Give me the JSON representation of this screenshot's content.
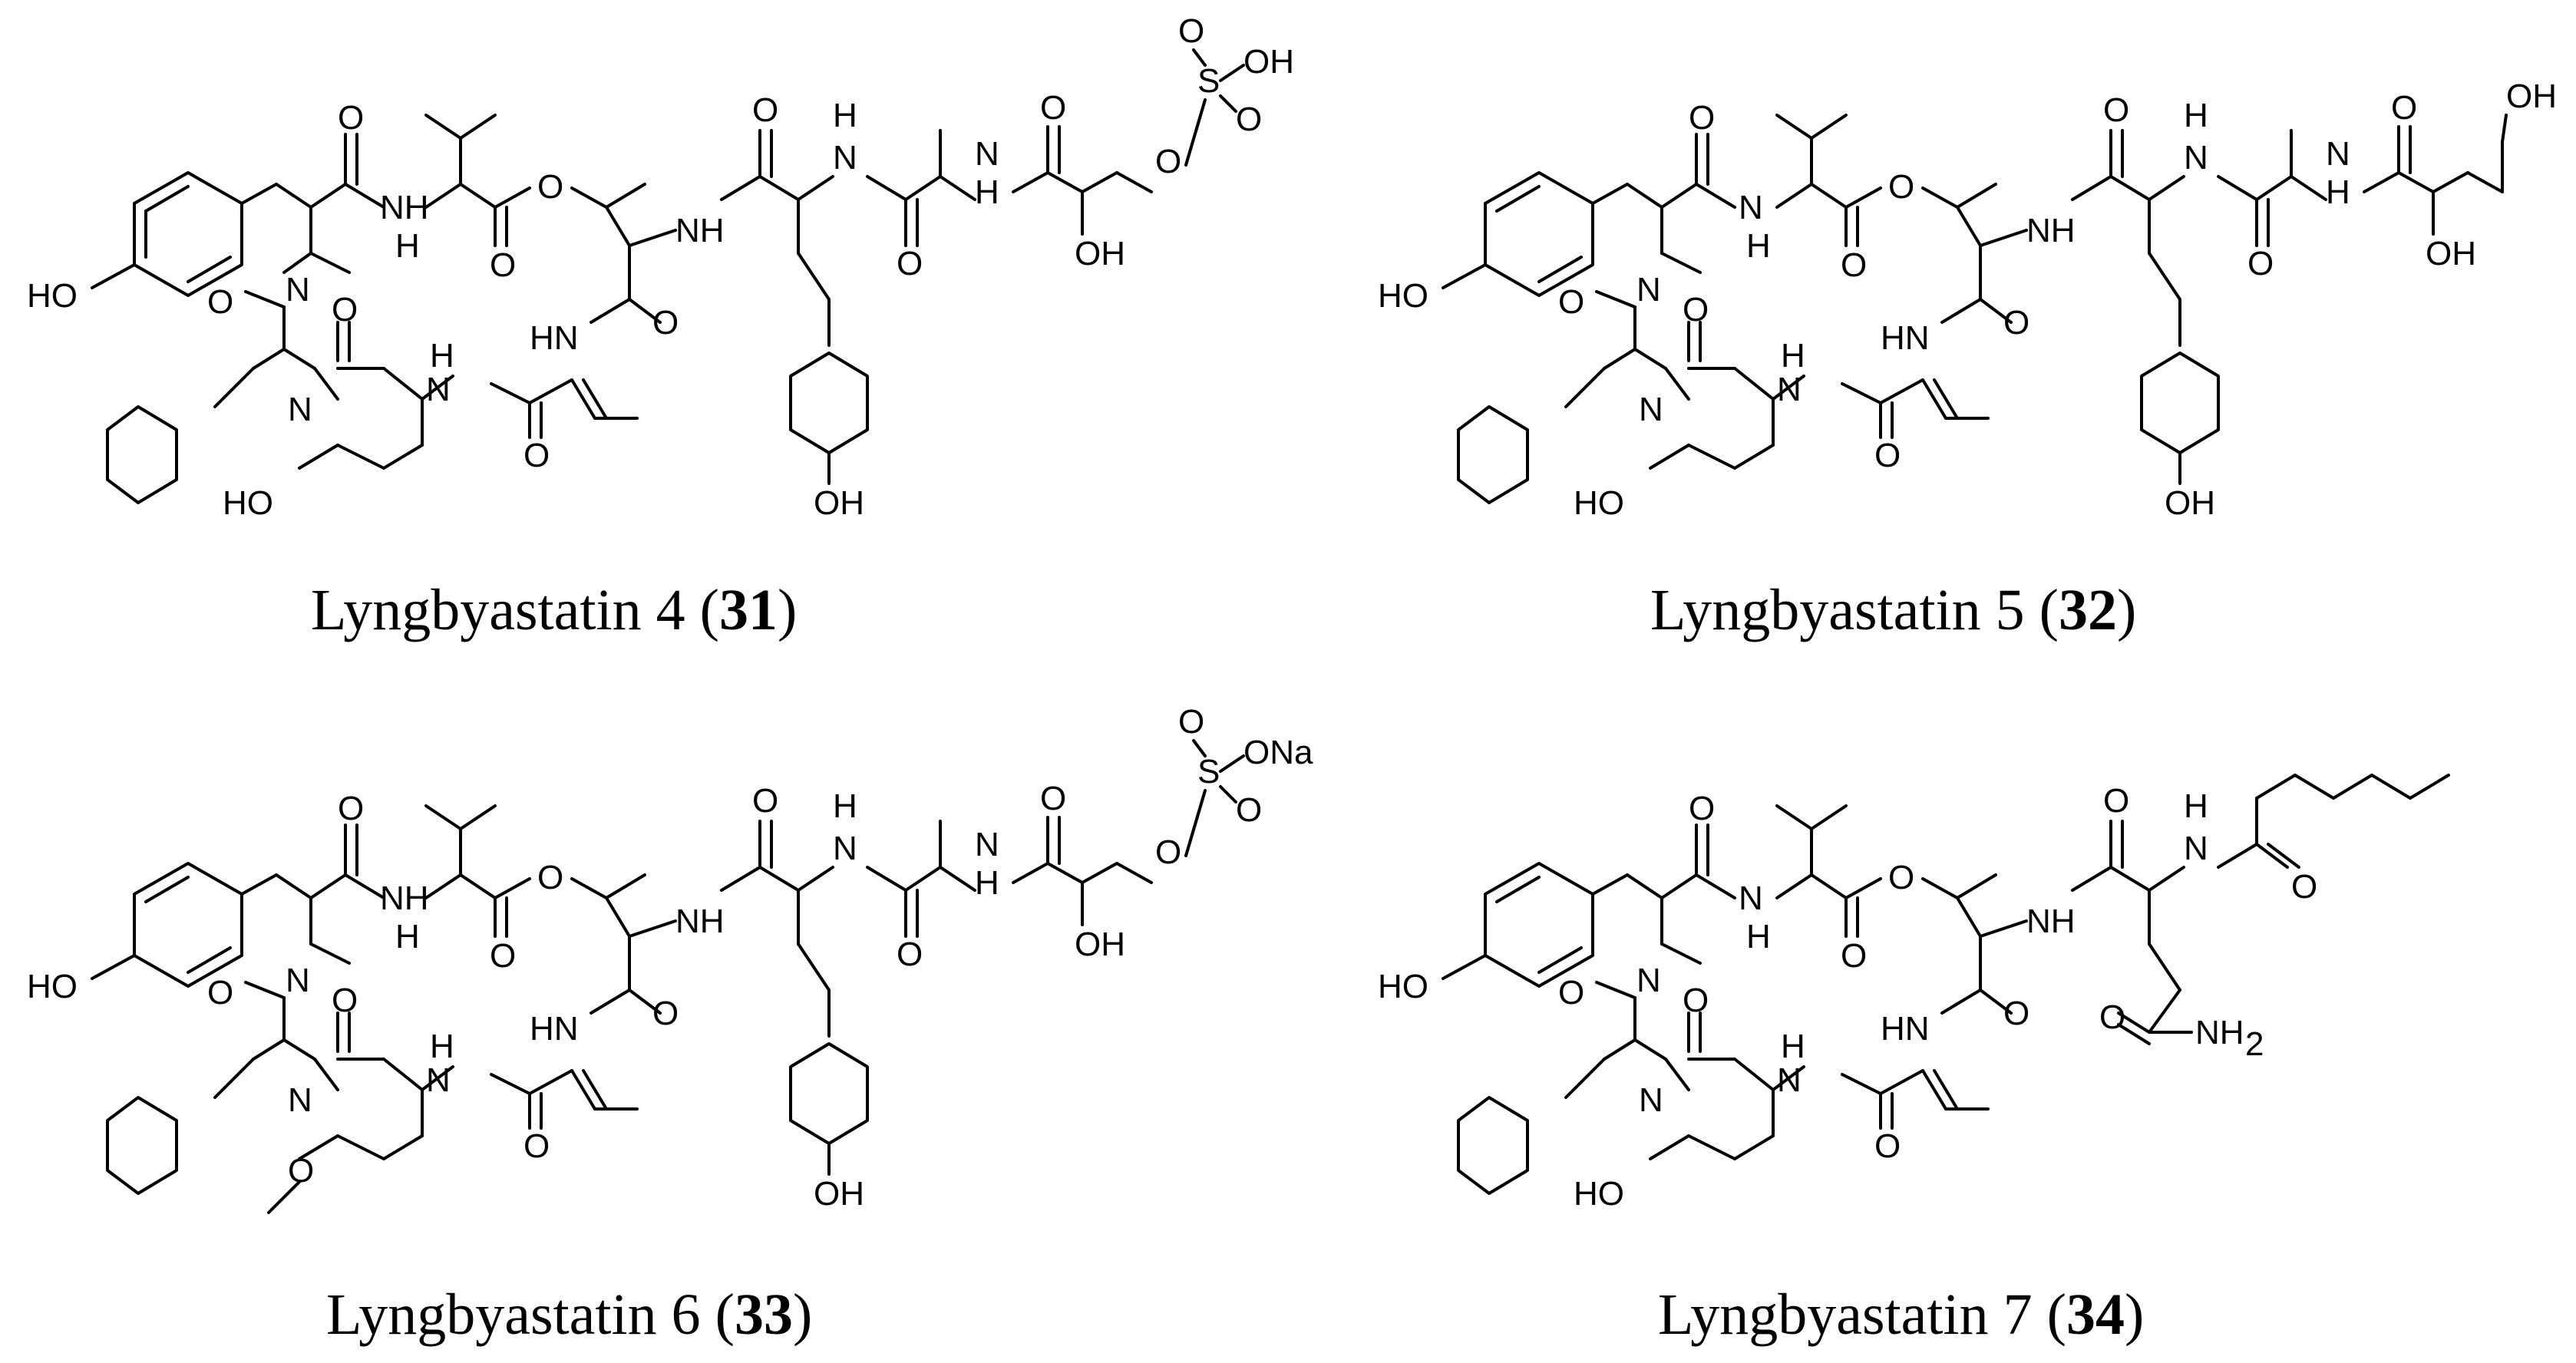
{
  "compounds": [
    {
      "name": "Lyngbyastatin 4",
      "number": "31",
      "labels": {
        "lbl_O1": "O",
        "lbl_NH1": "NH",
        "lbl_H1": "H",
        "lbl_O2": "O",
        "lbl_O3": "O",
        "lbl_NH2": "NH",
        "lbl_O4": "O",
        "lbl_H4": "H",
        "lbl_N4": "N",
        "lbl_O5": "O",
        "lbl_N5": "N",
        "lbl_H5": "H",
        "lbl_OH1": "OH",
        "lbl_O6": "O",
        "lbl_S": "S",
        "lbl_OH2": "OH",
        "lbl_O7": "O",
        "lbl_O8": "O",
        "lbl_N3": "N",
        "lbl_O9": "O",
        "lbl_O10": "O",
        "lbl_N6": "N",
        "lbl_H6": "H",
        "lbl_O11": "O",
        "lbl_HN7": "HN",
        "lbl_O12": "O",
        "lbl_HO1": "HO",
        "lbl_HO2": "HO",
        "lbl_OH3": "OH"
      }
    },
    {
      "name": "Lyngbyastatin 5",
      "number": "32",
      "labels": {
        "lbl_O1": "O",
        "lbl_NH1": "N",
        "lbl_H1": "H",
        "lbl_O2": "O",
        "lbl_O3": "O",
        "lbl_NH2": "NH",
        "lbl_O4": "O",
        "lbl_H4": "H",
        "lbl_N4": "N",
        "lbl_O5": "O",
        "lbl_N5": "N",
        "lbl_H5": "H",
        "lbl_OH1": "OH",
        "lbl_O6": "OH",
        "lbl_N3": "N",
        "lbl_O9": "O",
        "lbl_O10": "O",
        "lbl_N6": "N",
        "lbl_H6": "H",
        "lbl_O11": "O",
        "lbl_HN7": "HN",
        "lbl_O12": "O",
        "lbl_HO1": "HO",
        "lbl_HO2": "HO",
        "lbl_OH3": "OH"
      }
    },
    {
      "name": "Lyngbyastatin 6",
      "number": "33",
      "labels": {
        "lbl_O1": "O",
        "lbl_NH1": "NH",
        "lbl_H1": "H",
        "lbl_O2": "O",
        "lbl_O3": "O",
        "lbl_NH2": "NH",
        "lbl_O4": "O",
        "lbl_H4": "H",
        "lbl_N4": "N",
        "lbl_O5": "O",
        "lbl_N5": "N",
        "lbl_H5": "H",
        "lbl_OH1": "OH",
        "lbl_O6": "O",
        "lbl_S": "S",
        "lbl_OH2": "ONa",
        "lbl_O7": "O",
        "lbl_O8": "O",
        "lbl_N3": "N",
        "lbl_O9": "O",
        "lbl_O10": "O",
        "lbl_N6": "N",
        "lbl_H6": "H",
        "lbl_O11": "O",
        "lbl_HN7": "HN",
        "lbl_O12": "O",
        "lbl_HO1": "HO",
        "lbl_HO2": "O",
        "lbl_OH3": "OH"
      }
    },
    {
      "name": "Lyngbyastatin 7",
      "number": "34",
      "labels": {
        "lbl_O1": "O",
        "lbl_NH1": "N",
        "lbl_H1": "H",
        "lbl_O2": "O",
        "lbl_O3": "O",
        "lbl_NH2": "NH",
        "lbl_O4": "O",
        "lbl_H4": "H",
        "lbl_N4": "N",
        "lbl_O5": "O",
        "lbl_NH2b": "NH",
        "lbl_N3": "N",
        "lbl_O9": "O",
        "lbl_O10": "O",
        "lbl_N6": "N",
        "lbl_H6": "H",
        "lbl_O11": "O",
        "lbl_HN7": "HN",
        "lbl_O12": "O",
        "lbl_HO1": "HO",
        "lbl_HO2": "HO"
      }
    }
  ]
}
